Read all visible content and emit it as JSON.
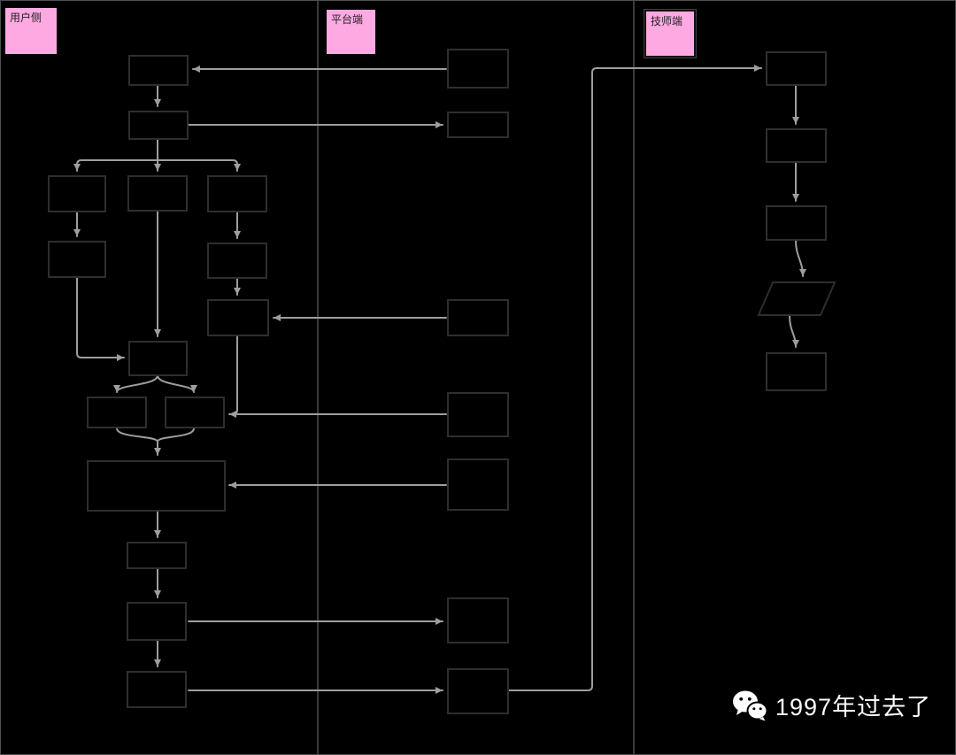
{
  "diagram": {
    "type": "swimlane-flowchart",
    "lane_count": 3,
    "node_count": 27
  },
  "lanes": [
    {
      "label": "用户侧"
    },
    {
      "label": "平台端"
    },
    {
      "label": "技师端"
    }
  ],
  "watermark": {
    "text": "1997年过去了",
    "icon": "wechat-logo"
  },
  "colors": {
    "background": "#000000",
    "lane_label_bg": "#ffa9e3",
    "lane_divider": "#4f4f4f",
    "arrow": "#9e9e9e",
    "node_fill": "#000000",
    "node_stroke": "#2e2e2e",
    "watermark_text": "#ffffff"
  }
}
